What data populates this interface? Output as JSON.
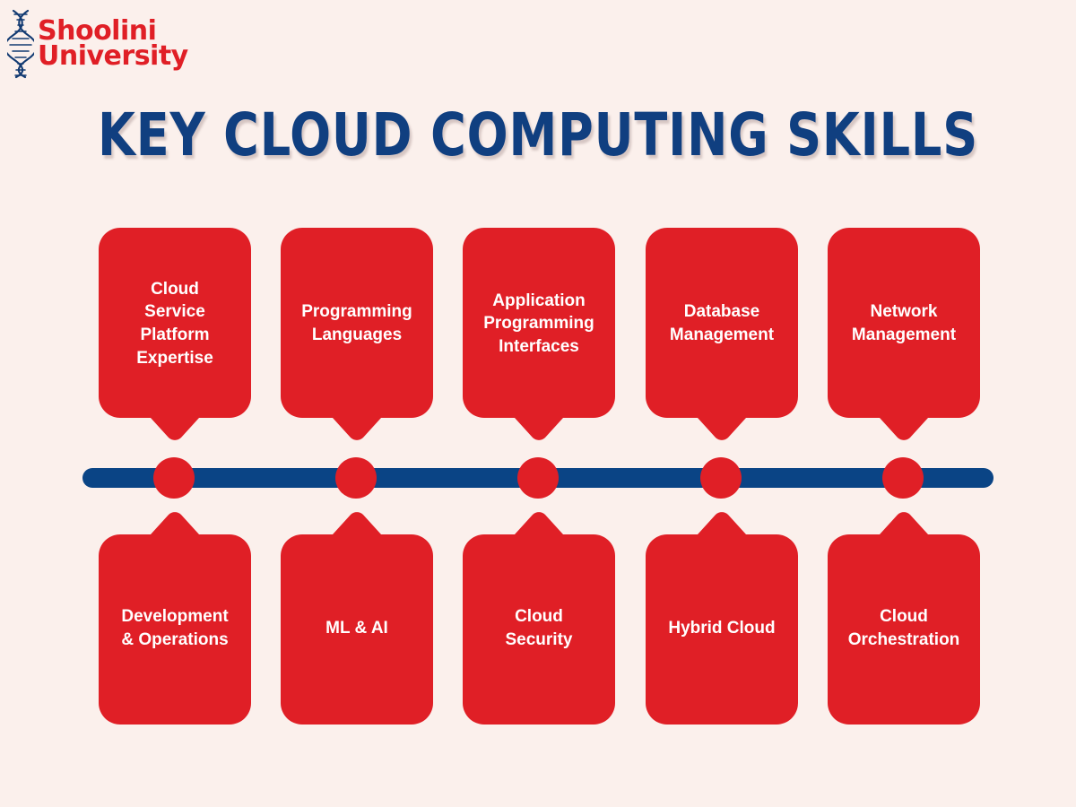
{
  "branding": {
    "logo_icon": "dna-helix-icon",
    "name_line_1": "Shoolini",
    "name_line_2": "University",
    "brand_red": "#E01F26",
    "brand_navy": "#0A4485"
  },
  "header": {
    "title": "KEY CLOUD COMPUTING SKILLS",
    "title_color": "#103F80"
  },
  "page": {
    "background_color": "#FBF0EC"
  },
  "timeline": {
    "bar_color": "#0A4485",
    "node_color": "#E01F26",
    "node_count": 5
  },
  "cards": {
    "card_color": "#E01F26",
    "text_color": "#FFFFFF",
    "top_row": [
      {
        "label": "Cloud\nService\nPlatform\nExpertise"
      },
      {
        "label": "Programming\nLanguages"
      },
      {
        "label": "Application\nProgramming\nInterfaces"
      },
      {
        "label": "Database\nManagement"
      },
      {
        "label": "Network\nManagement"
      }
    ],
    "bottom_row": [
      {
        "label": "Development\n& Operations"
      },
      {
        "label": "ML & AI"
      },
      {
        "label": "Cloud\nSecurity"
      },
      {
        "label": "Hybrid Cloud"
      },
      {
        "label": "Cloud\nOrchestration"
      }
    ]
  }
}
